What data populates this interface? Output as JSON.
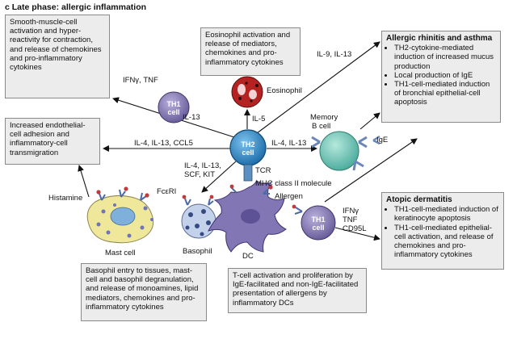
{
  "heading": "c  Late phase: allergic inflammation",
  "boxes": {
    "smooth_muscle": "Smooth-muscle-cell activation and hyper-reactivity for contraction, and release of chemokines and pro-inflammatory cytokines",
    "eosinophil_activation": "Eosinophil activation and release of mediators, chemokines and pro-inflammatory cytokines",
    "endothelial": "Increased endothelial-cell adhesion and inflammatory-cell transmigration",
    "basophil_entry": "Basophil entry to tissues, mast-cell and basophil degranulation, and release of monoamines, lipid mediators, chemokines and pro-inflammatory cytokines",
    "tcell_activation": "T-cell activation and proliferation by IgE-facilitated and non-IgE-facilitated presentation of allergens by inflammatory DCs",
    "rhinitis": {
      "title": "Allergic rhinitis and asthma",
      "items": [
        "TH2-cytokine-mediated induction of increased mucus production",
        "Local production of IgE",
        "TH1-cell-mediated induction of bronchial epithelial-cell apoptosis"
      ]
    },
    "dermatitis": {
      "title": "Atopic dermatitis",
      "items": [
        "TH1-cell-mediated induction of keratinocyte apoptosis",
        "TH1-cell-mediated epithelial-cell activation, and release of chemokines and pro-inflammatory cytokines"
      ]
    }
  },
  "labels": {
    "ifng_tnf": "IFNγ, TNF",
    "il13_a": "IL-13",
    "il5": "IL-5",
    "il9_il13": "IL-9, IL-13",
    "il4_il13_ccl5": "IL-4, IL-13, CCL5",
    "il4_il13": "IL-4, IL-13",
    "il4_il13_scf_line1": "IL-4, IL-13,",
    "il4_il13_scf_line2": "SCF, KIT",
    "eosinophil": "Eosinophil",
    "memory_b_line1": "Memory",
    "memory_b_line2": "B cell",
    "ige": "IgE",
    "tcr": "TCR",
    "mhc": "MHC class II molecule",
    "allergen": "Allergen",
    "fceri": "FcεRI",
    "histamine": "Histamine",
    "mast_cell": "Mast cell",
    "basophil": "Basophil",
    "dc": "DC",
    "th1_cytokines_line1": "IFNγ",
    "th1_cytokines_line2": "TNF",
    "th1_cytokines_line3": "CD95L",
    "th1_top": "TH1",
    "th1_top_sub": "cell",
    "th2": "TH2",
    "th2_sub": "cell",
    "th1_bottom": "TH1",
    "th1_bottom_sub": "cell"
  },
  "colors": {
    "box_fill": "#ececec",
    "th1_cell": "#8a7fb4",
    "th2_cell": "#2f86c4",
    "memory_b": "#6cc3b4",
    "eosinophil": "#c02a2a",
    "mast_cell": "#efe79a",
    "basophil": "#b7c6e2",
    "dc": "#8276b4"
  }
}
